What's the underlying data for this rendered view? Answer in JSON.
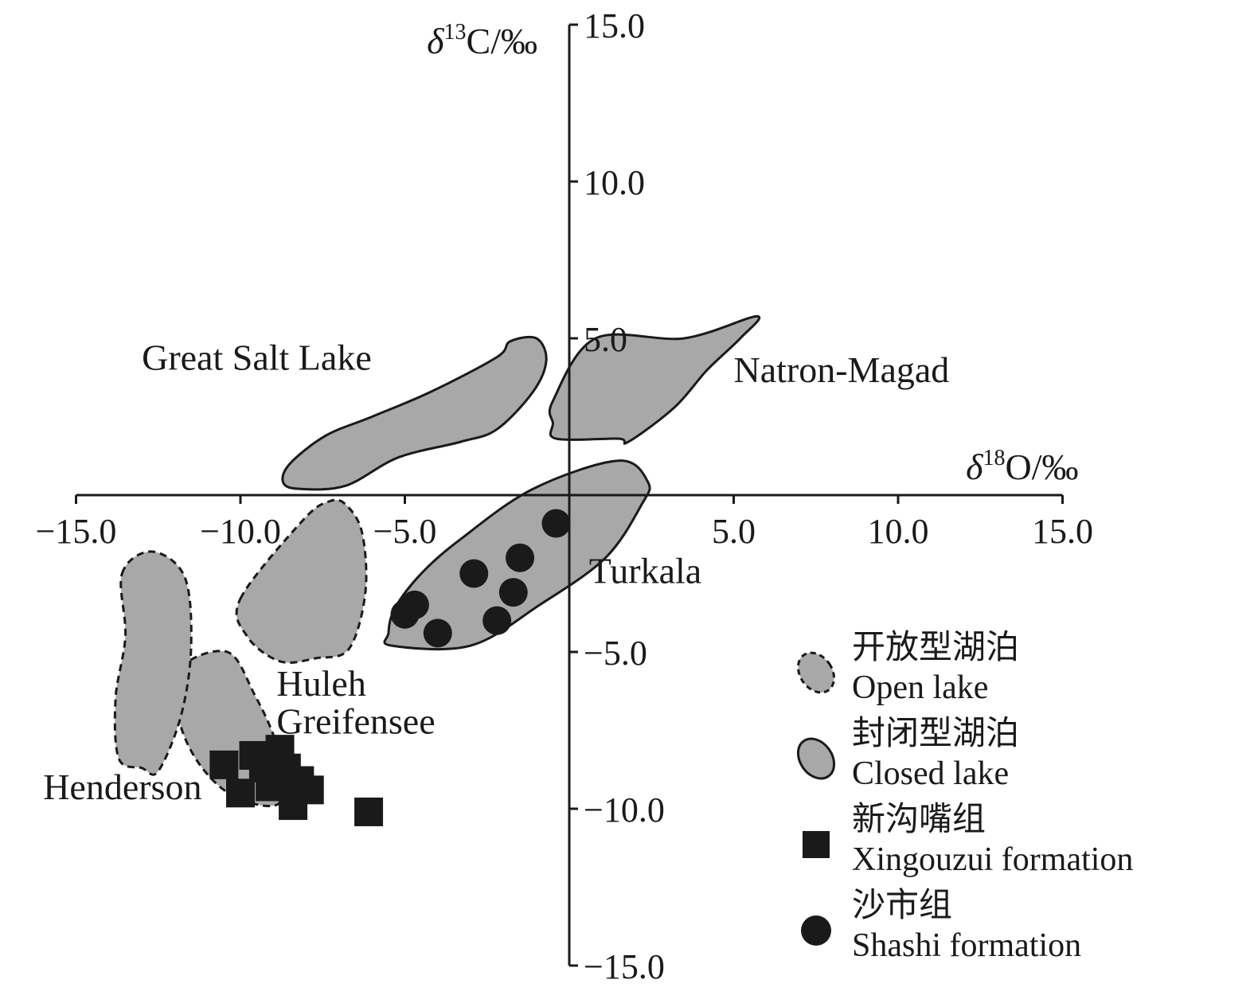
{
  "chart_data": {
    "type": "scatter",
    "title": "",
    "xlabel": {
      "prefix": "δ",
      "sup": "18",
      "suffix": "O/‰"
    },
    "ylabel": {
      "prefix": "δ",
      "sup": "13",
      "suffix": "C/‰"
    },
    "xlim": [
      -15,
      15
    ],
    "ylim": [
      -15,
      15
    ],
    "x_ticks": [
      -15,
      -10,
      -5,
      5,
      10,
      15
    ],
    "y_ticks": [
      15,
      10,
      5,
      -5,
      -10,
      -15
    ],
    "x_tick_labels": [
      "−15.0",
      "−10.0",
      "−5.0",
      "5.0",
      "10.0",
      "15.0"
    ],
    "y_tick_labels": [
      "15.0",
      "10.0",
      "5.0",
      "−5.0",
      "−10.0",
      "−15.0"
    ],
    "colors": {
      "region_fill": "#a8a8a8",
      "ink": "#1a1a1a"
    },
    "regions": [
      {
        "id": "great-salt-lake",
        "label": "Great Salt Lake",
        "kind": "closed",
        "polygon": [
          [
            -8.5,
            1.0
          ],
          [
            -7.4,
            1.9
          ],
          [
            -6,
            2.5
          ],
          [
            -4.2,
            3.3
          ],
          [
            -2.2,
            4.4
          ],
          [
            -1.8,
            4.9
          ],
          [
            -1.0,
            5.0
          ],
          [
            -0.7,
            4.3
          ],
          [
            -1.1,
            3.3
          ],
          [
            -2.2,
            2.1
          ],
          [
            -3.3,
            1.7
          ],
          [
            -5.2,
            1.2
          ],
          [
            -6.8,
            0.3
          ],
          [
            -8.2,
            0.2
          ],
          [
            -8.7,
            0.4
          ]
        ]
      },
      {
        "id": "natron-magad",
        "label": "Natron-Magad",
        "kind": "closed",
        "polygon": [
          [
            -0.5,
            3.0
          ],
          [
            0.8,
            5.0
          ],
          [
            3.5,
            5.0
          ],
          [
            5.7,
            5.7
          ],
          [
            5.2,
            5.0
          ],
          [
            4.2,
            4.0
          ],
          [
            3.2,
            2.8
          ],
          [
            1.8,
            1.7
          ],
          [
            1.5,
            1.8
          ],
          [
            -0.4,
            1.8
          ],
          [
            -0.5,
            2.3
          ]
        ]
      },
      {
        "id": "turkala",
        "label": "Turkala",
        "kind": "closed",
        "polygon": [
          [
            -5.4,
            -4.8
          ],
          [
            -3.0,
            -4.8
          ],
          [
            -0.9,
            -3.5
          ],
          [
            1.1,
            -2.0
          ],
          [
            2.2,
            -0.3
          ],
          [
            2.4,
            0.4
          ],
          [
            1.5,
            1.1
          ],
          [
            -1.1,
            0.2
          ],
          [
            -3.3,
            -1.4
          ],
          [
            -4.5,
            -2.5
          ],
          [
            -5.3,
            -3.6
          ],
          [
            -5.5,
            -4.4
          ]
        ]
      },
      {
        "id": "huleh",
        "label": "Huleh",
        "kind": "open",
        "polygon": [
          [
            -10.0,
            -3.3
          ],
          [
            -8.1,
            -0.8
          ],
          [
            -7.3,
            -0.2
          ],
          [
            -6.8,
            -0.3
          ],
          [
            -6.3,
            -1.2
          ],
          [
            -6.2,
            -3.1
          ],
          [
            -6.7,
            -4.9
          ],
          [
            -7.7,
            -5.2
          ],
          [
            -8.8,
            -5.3
          ],
          [
            -9.8,
            -4.5
          ]
        ]
      },
      {
        "id": "greifensee",
        "label": "Greifensee",
        "kind": "open",
        "polygon": [
          [
            -11.8,
            -5.5
          ],
          [
            -10.4,
            -5.0
          ],
          [
            -9.6,
            -6.3
          ],
          [
            -8.9,
            -8.0
          ],
          [
            -8.8,
            -9.8
          ],
          [
            -10.2,
            -9.6
          ],
          [
            -11.3,
            -8.5
          ],
          [
            -11.9,
            -7.0
          ]
        ]
      },
      {
        "id": "henderson",
        "label": "Henderson",
        "kind": "open",
        "polygon": [
          [
            -13.6,
            -2.5
          ],
          [
            -12.7,
            -1.8
          ],
          [
            -11.7,
            -2.6
          ],
          [
            -11.5,
            -4.8
          ],
          [
            -11.8,
            -7.0
          ],
          [
            -12.5,
            -8.8
          ],
          [
            -13.0,
            -8.7
          ],
          [
            -13.7,
            -8.4
          ],
          [
            -13.8,
            -6.5
          ],
          [
            -13.5,
            -4.5
          ]
        ]
      }
    ],
    "region_labels": [
      {
        "text": "Great Salt Lake",
        "x": -13.0,
        "y": 4.0
      },
      {
        "text": "Natron-Magad",
        "x": 5.0,
        "y": 3.6
      },
      {
        "text": "Turkala",
        "x": 0.6,
        "y": -2.8
      },
      {
        "text": "Huleh",
        "x": -8.9,
        "y": -6.4
      },
      {
        "text": "Greifensee",
        "x": -8.9,
        "y": -7.6
      },
      {
        "text": "Henderson",
        "x": -16.0,
        "y": -9.7
      }
    ],
    "series": [
      {
        "name": "Xingouzui formation",
        "marker": "square",
        "points": [
          [
            -10.5,
            -8.6
          ],
          [
            -9.6,
            -8.3
          ],
          [
            -9.3,
            -8.7
          ],
          [
            -8.8,
            -8.1
          ],
          [
            -8.6,
            -8.7
          ],
          [
            -8.8,
            -9.0
          ],
          [
            -8.2,
            -9.1
          ],
          [
            -9.1,
            -9.3
          ],
          [
            -10.0,
            -9.5
          ],
          [
            -7.9,
            -9.4
          ],
          [
            -8.4,
            -9.9
          ],
          [
            -6.1,
            -10.1
          ]
        ]
      },
      {
        "name": "Shashi formation",
        "marker": "circle",
        "points": [
          [
            -0.4,
            -0.9
          ],
          [
            -1.5,
            -2.0
          ],
          [
            -2.9,
            -2.5
          ],
          [
            -1.7,
            -3.1
          ],
          [
            -4.7,
            -3.5
          ],
          [
            -5.0,
            -3.8
          ],
          [
            -2.2,
            -4.0
          ],
          [
            -4.0,
            -4.4
          ]
        ]
      }
    ],
    "legend": {
      "placement": "bottom-right",
      "items": [
        {
          "symbol": "open-region",
          "label_cn": "开放型湖泊",
          "label_en": "Open lake"
        },
        {
          "symbol": "closed-region",
          "label_cn": "封闭型湖泊",
          "label_en": "Closed lake"
        },
        {
          "symbol": "square",
          "label_cn": "新沟嘴组",
          "label_en": "Xingouzui formation"
        },
        {
          "symbol": "circle",
          "label_cn": "沙市组",
          "label_en": "Shashi formation"
        }
      ]
    }
  }
}
